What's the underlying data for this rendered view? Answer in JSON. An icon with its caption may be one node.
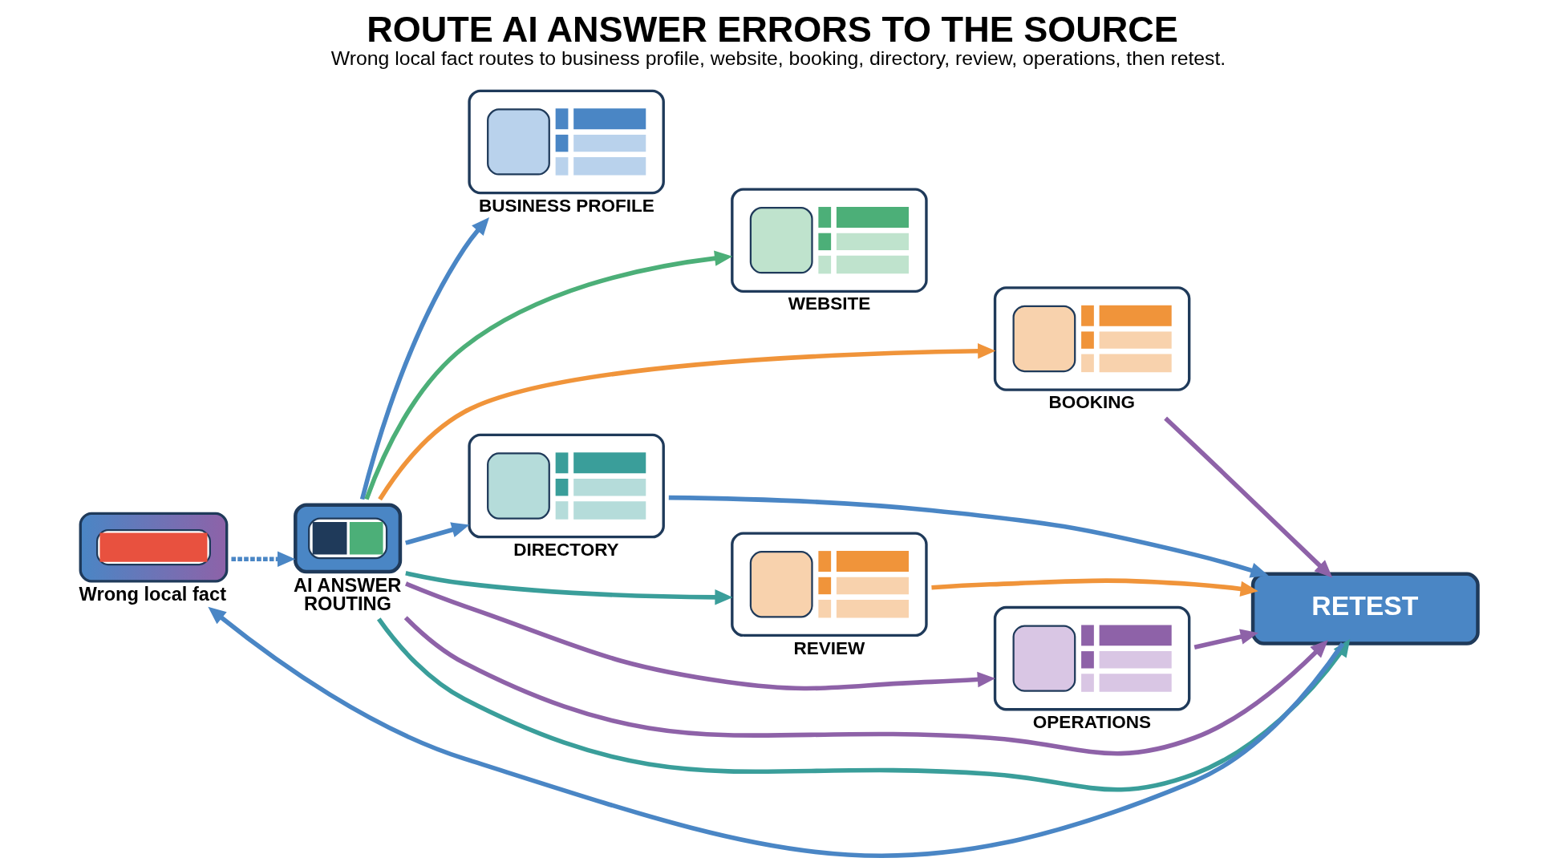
{
  "diagram": {
    "title": "ROUTE AI ANSWER ERRORS TO THE SOURCE",
    "caption": "Wrong local fact routes to business profile, website, booking, directory, review, operations, then retest.",
    "nodes": [
      {
        "text": [
          "Wrong local fact"
        ]
      },
      {
        "text": [
          "AI ANSWER ROUTING"
        ]
      },
      {
        "text": [
          "BUSINESS PROFILE"
        ]
      },
      {
        "text": [
          "WEBSITE"
        ]
      },
      {
        "text": [
          "BOOKING"
        ]
      },
      {
        "text": [
          "DIRECTORY"
        ]
      },
      {
        "text": [
          "REVIEW"
        ]
      },
      {
        "text": [
          "OPERATIONS"
        ]
      },
      {
        "text": [
          "RETEST"
        ]
      }
    ],
    "edges": [
      {
        "from": 0,
        "to": 1,
        "arrow": "to",
        "style": "dashed"
      },
      {
        "from": 1,
        "to": 2,
        "arrow": "to"
      },
      {
        "from": 1,
        "to": 3,
        "arrow": "to",
        "color": "#4caf78"
      },
      {
        "from": 1,
        "to": 4,
        "arrow": "to",
        "color": "#f0943a"
      },
      {
        "from": 1,
        "to": 5,
        "arrow": "to"
      },
      {
        "from": 1,
        "to": 6,
        "arrow": "to",
        "color": "#3a9e9a"
      },
      {
        "from": 1,
        "to": 7,
        "arrow": "to",
        "color": "#8e62a8"
      },
      {
        "from": 1,
        "to": 8,
        "arrow": "to",
        "color": "#3a9e9a"
      },
      {
        "from": 1,
        "to": 8,
        "arrow": "to",
        "color": "#8e62a8"
      },
      {
        "from": 5,
        "to": 8,
        "arrow": "to"
      },
      {
        "from": 6,
        "to": 8,
        "arrow": "to",
        "color": "#f0943a"
      },
      {
        "from": 7,
        "to": 8,
        "arrow": "to",
        "color": "#8e62a8"
      },
      {
        "from": 4,
        "to": 8,
        "arrow": "to",
        "color": "#8e62a8"
      },
      {
        "from": 8,
        "to": 0,
        "arrow": "to"
      }
    ]
  }
}
